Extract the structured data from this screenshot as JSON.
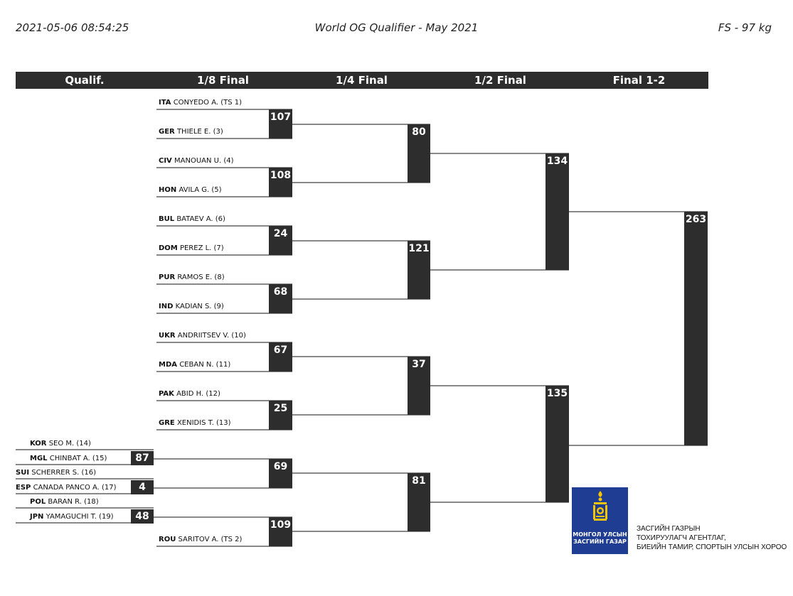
{
  "header": {
    "timestamp": "2021-05-06 08:54:25",
    "event": "World OG Qualifier - May 2021",
    "category": "FS - 97 kg"
  },
  "rounds": [
    "Qualif.",
    "1/8 Final",
    "1/4 Final",
    "1/2 Final",
    "Final 1-2"
  ],
  "athletes": [
    {
      "country": "ITA",
      "name": "CONYEDO A. (TS 1)"
    },
    {
      "country": "GER",
      "name": "THIELE E. (3)"
    },
    {
      "country": "CIV",
      "name": "MANOUAN U. (4)"
    },
    {
      "country": "HON",
      "name": "AVILA G. (5)"
    },
    {
      "country": "BUL",
      "name": "BATAEV A. (6)"
    },
    {
      "country": "DOM",
      "name": "PEREZ L. (7)"
    },
    {
      "country": "PUR",
      "name": "RAMOS E. (8)"
    },
    {
      "country": "IND",
      "name": "KADIAN S. (9)"
    },
    {
      "country": "UKR",
      "name": "ANDRIITSEV V. (10)"
    },
    {
      "country": "MDA",
      "name": "CEBAN N. (11)"
    },
    {
      "country": "PAK",
      "name": "ABID H. (12)"
    },
    {
      "country": "GRE",
      "name": "XENIDIS T. (13)"
    },
    {
      "country": "KOR",
      "name": "SEO M. (14)"
    },
    {
      "country": "MGL",
      "name": "CHINBAT A. (15)"
    },
    {
      "country": "SUI",
      "name": "SCHERRER S. (16)"
    },
    {
      "country": "ESP",
      "name": "CANADA PANCO A. (17)"
    },
    {
      "country": "POL",
      "name": "BARAN R. (18)"
    },
    {
      "country": "JPN",
      "name": "YAMAGUCHI T. (19)"
    },
    {
      "country": "ROU",
      "name": "SARITOV A. (TS 2)"
    }
  ],
  "bouts": {
    "qualif": [
      "87",
      "4",
      "48"
    ],
    "eighth": [
      "107",
      "108",
      "24",
      "68",
      "67",
      "25",
      "69",
      "109"
    ],
    "quarter": [
      "80",
      "121",
      "37",
      "81"
    ],
    "semi": [
      "134",
      "135"
    ],
    "final": "263"
  },
  "logo": {
    "line1": "МОНГОЛ УЛСЫН",
    "line2": "ЗАСГИЙН ГАЗАР",
    "org_line1": "ЗАСГИЙН ГАЗРЫН",
    "org_line2": "ТОХИРУУЛАГЧ АГЕНТЛАГ,",
    "org_line3": "БИЕИЙН ТАМИР, СПОРТЫН УЛСЫН ХОРОО",
    "logo_color": "#1f3e93"
  }
}
